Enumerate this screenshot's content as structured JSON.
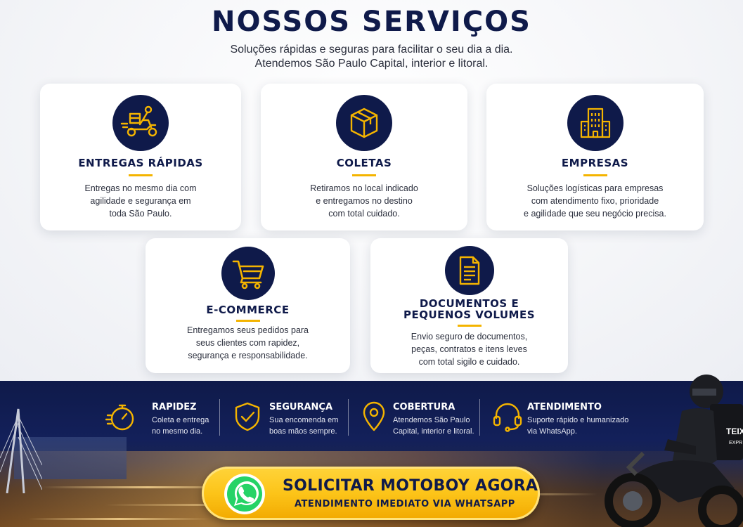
{
  "header": {
    "title": "NOSSOS SERVIÇOS",
    "subtitle_line1": "Soluções rápidas e seguras para facilitar o seu dia a dia.",
    "subtitle_line2": "Atendemos São Paulo Capital, interior e litoral."
  },
  "services": [
    {
      "icon": "scooter-delivery-icon",
      "title": "ENTREGAS RÁPIDAS",
      "desc": [
        "Entregas no mesmo dia com",
        "agilidade e segurança em",
        "toda São Paulo."
      ]
    },
    {
      "icon": "box-icon",
      "title": "COLETAS",
      "desc": [
        "Retiramos no local indicado",
        "e entregamos no destino",
        "com total cuidado."
      ]
    },
    {
      "icon": "building-icon",
      "title": "EMPRESAS",
      "desc": [
        "Soluções logísticas para empresas",
        "com atendimento fixo, prioridade",
        "e agilidade que seu negócio precisa."
      ]
    },
    {
      "icon": "shopping-cart-icon",
      "title": "E-COMMERCE",
      "desc": [
        "Entregamos seus pedidos para",
        "seus clientes com rapidez,",
        "segurança e responsabilidade."
      ]
    },
    {
      "icon": "document-icon",
      "title_line1": "DOCUMENTOS E",
      "title_line2": "PEQUENOS VOLUMES",
      "desc": [
        "Envio seguro de documentos,",
        "peças, contratos e itens leves",
        "com total sigilo e cuidado."
      ]
    }
  ],
  "features": [
    {
      "icon": "stopwatch-icon",
      "title": "RAPIDEZ",
      "desc": [
        "Coleta e entrega",
        "no mesmo dia."
      ]
    },
    {
      "icon": "shield-check-icon",
      "title": "SEGURANÇA",
      "desc": [
        "Sua encomenda em",
        "boas mãos sempre."
      ]
    },
    {
      "icon": "location-pin-icon",
      "title": "COBERTURA",
      "desc": [
        "Atendemos São Paulo",
        "Capital, interior e litoral."
      ]
    },
    {
      "icon": "headset-icon",
      "title": "ATENDIMENTO",
      "desc": [
        "Suporte rápido e humanizado",
        "via WhatsApp."
      ]
    }
  ],
  "cta": {
    "icon": "whatsapp-icon",
    "title": "SOLICITAR MOTOBOY AGORA",
    "subtitle": "ATENDIMENTO IMEDIATO VIA WHATSAPP"
  },
  "rider_box_text": [
    "TEIX",
    "EXPR"
  ],
  "colors": {
    "navy": "#0f1a4a",
    "accent_yellow": "#f4b400",
    "whatsapp_green": "#25d366"
  }
}
